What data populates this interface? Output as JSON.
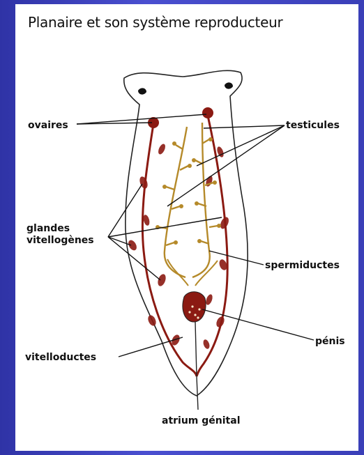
{
  "title": "Planaire et son système reproducteur",
  "labels": {
    "ovaires": "ovaires",
    "testicules": "testicules",
    "glandes_line1": "glandes",
    "glandes_line2": "vitellogènes",
    "spermiductes": "spermiductes",
    "penis": "pénis",
    "vitelloductes": "vitelloductes",
    "atrium": "atrium génital"
  },
  "colors": {
    "background": "#3a3fb8",
    "panel": "#ffffff",
    "outline": "#222222",
    "ovary_red": "#8b1a12",
    "testis_brown": "#b58a2a"
  }
}
